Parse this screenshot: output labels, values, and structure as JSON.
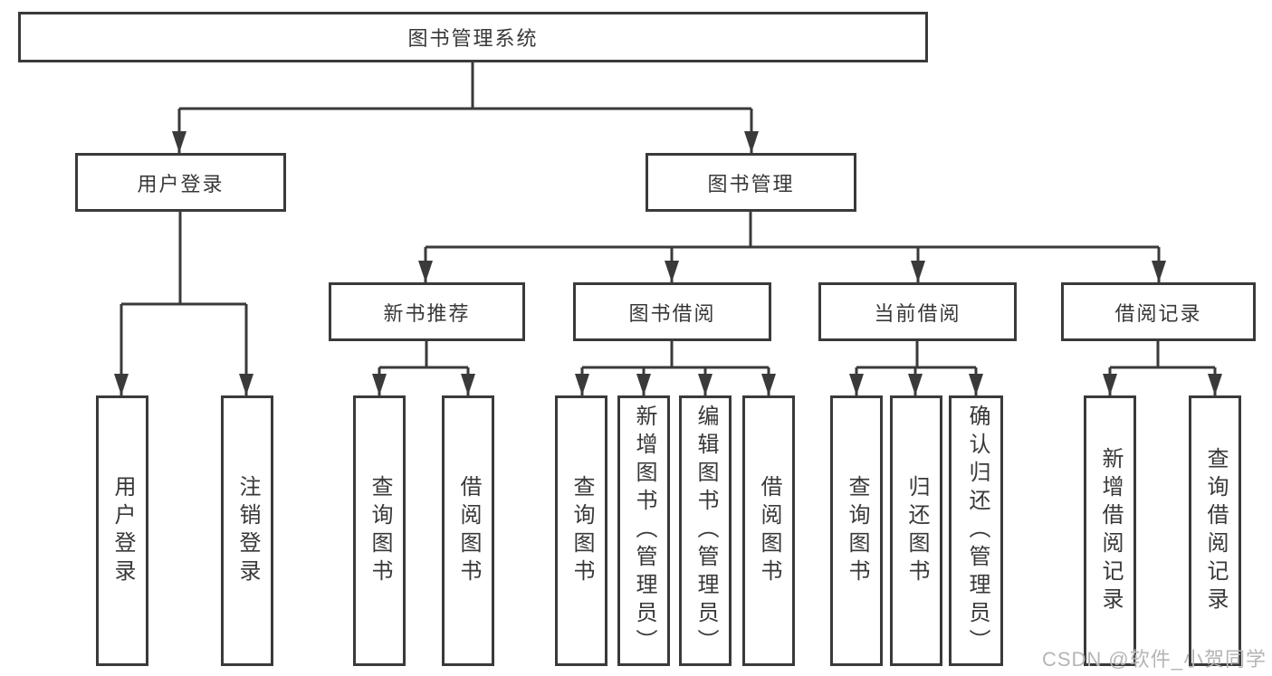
{
  "diagram": {
    "root": {
      "label": "图书管理系统"
    },
    "branches": [
      {
        "label": "用户登录",
        "children": [
          {
            "label": "用户登录"
          },
          {
            "label": "注销登录"
          }
        ]
      },
      {
        "label": "图书管理",
        "sections": [
          {
            "label": "新书推荐",
            "children": [
              {
                "label": "查询图书"
              },
              {
                "label": "借阅图书"
              }
            ]
          },
          {
            "label": "图书借阅",
            "children": [
              {
                "label": "查询图书"
              },
              {
                "label": "新增图书（管理员）"
              },
              {
                "label": "编辑图书（管理员）"
              },
              {
                "label": "借阅图书"
              }
            ]
          },
          {
            "label": "当前借阅",
            "children": [
              {
                "label": "查询图书"
              },
              {
                "label": "归还图书"
              },
              {
                "label": "确认归还（管理员）"
              }
            ]
          },
          {
            "label": "借阅记录",
            "children": [
              {
                "label": "新增借阅记录"
              },
              {
                "label": "查询借阅记录"
              }
            ]
          }
        ]
      }
    ]
  },
  "watermark": {
    "text": "CSDN @软件_小贺同学"
  },
  "colors": {
    "line": "#3a3a3a",
    "text": "#383838",
    "background": "#ffffff",
    "watermark": "#b5b5b5"
  }
}
